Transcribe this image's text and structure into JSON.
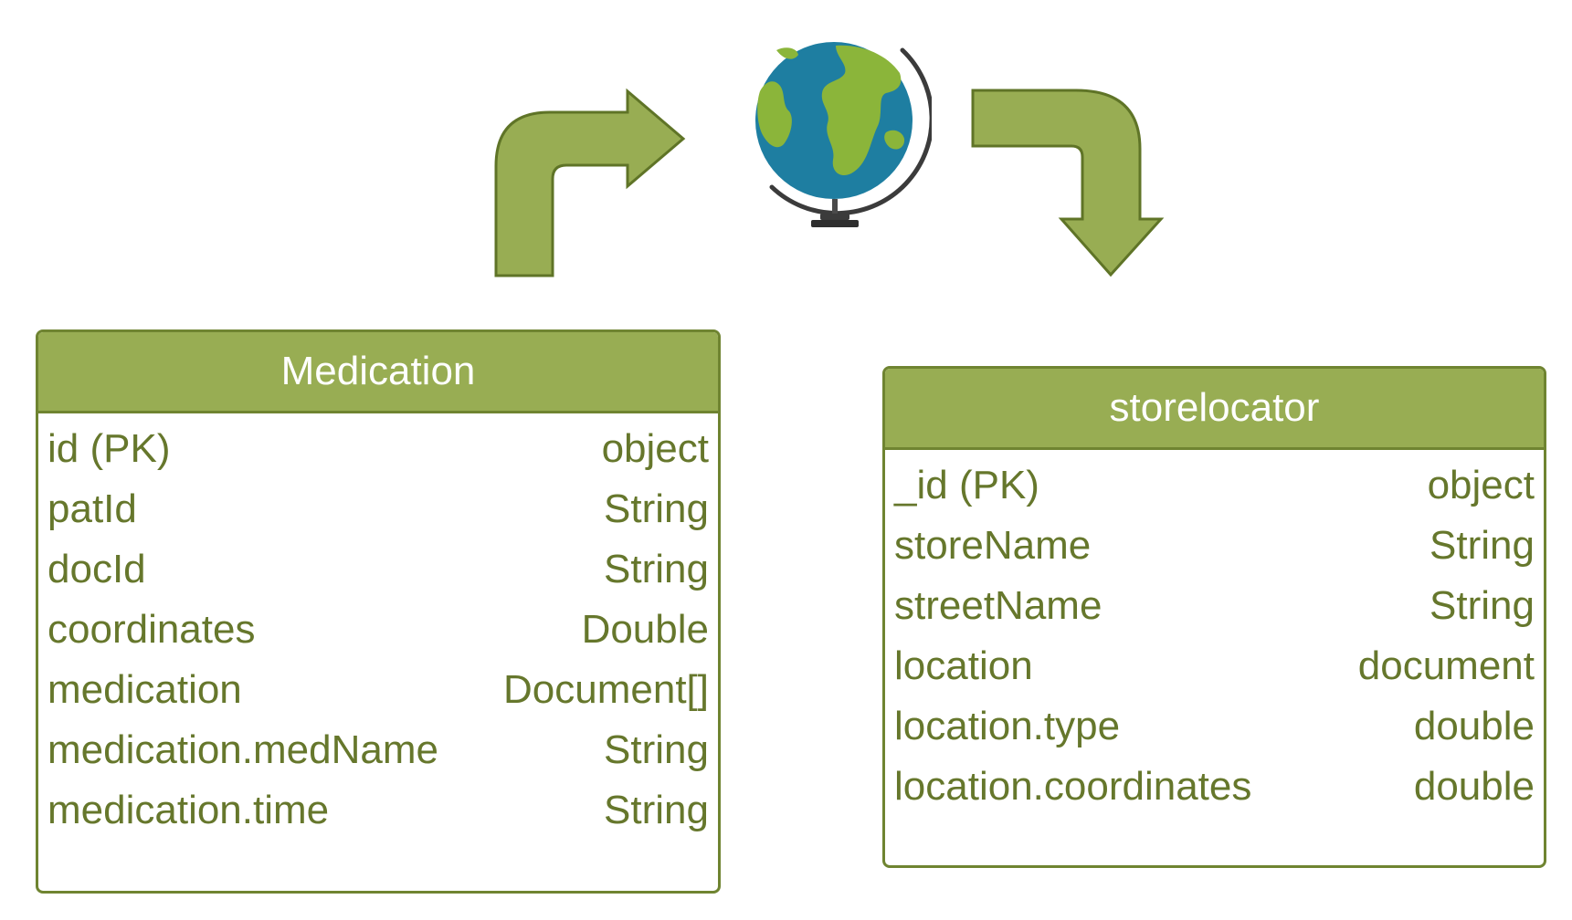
{
  "colors": {
    "header_fill": "#98ad53",
    "border": "#6f8431",
    "text": "#66772c",
    "arrow_fill": "#98ad53",
    "arrow_stroke": "#5f7427"
  },
  "icons": {
    "globe": "globe-icon",
    "arrow_in": "curved-arrow-up-right-icon",
    "arrow_out": "curved-arrow-right-down-icon"
  },
  "medication": {
    "title": "Medication",
    "rows": [
      {
        "field": "id (PK)",
        "type": "object"
      },
      {
        "field": "patId",
        "type": "String"
      },
      {
        "field": "docId",
        "type": "String"
      },
      {
        "field": "coordinates",
        "type": "Double"
      },
      {
        "field": "medication",
        "type": "Document[]"
      },
      {
        "field": "medication.medName",
        "type": "String"
      },
      {
        "field": "medication.time",
        "type": "String"
      }
    ]
  },
  "storelocator": {
    "title": "storelocator",
    "rows": [
      {
        "field": "_id (PK)",
        "type": "object"
      },
      {
        "field": "storeName",
        "type": "String"
      },
      {
        "field": "streetName",
        "type": "String"
      },
      {
        "field": "location",
        "type": "document"
      },
      {
        "field": "location.type",
        "type": "double"
      },
      {
        "field": "location.coordinates",
        "type": "double"
      }
    ]
  }
}
